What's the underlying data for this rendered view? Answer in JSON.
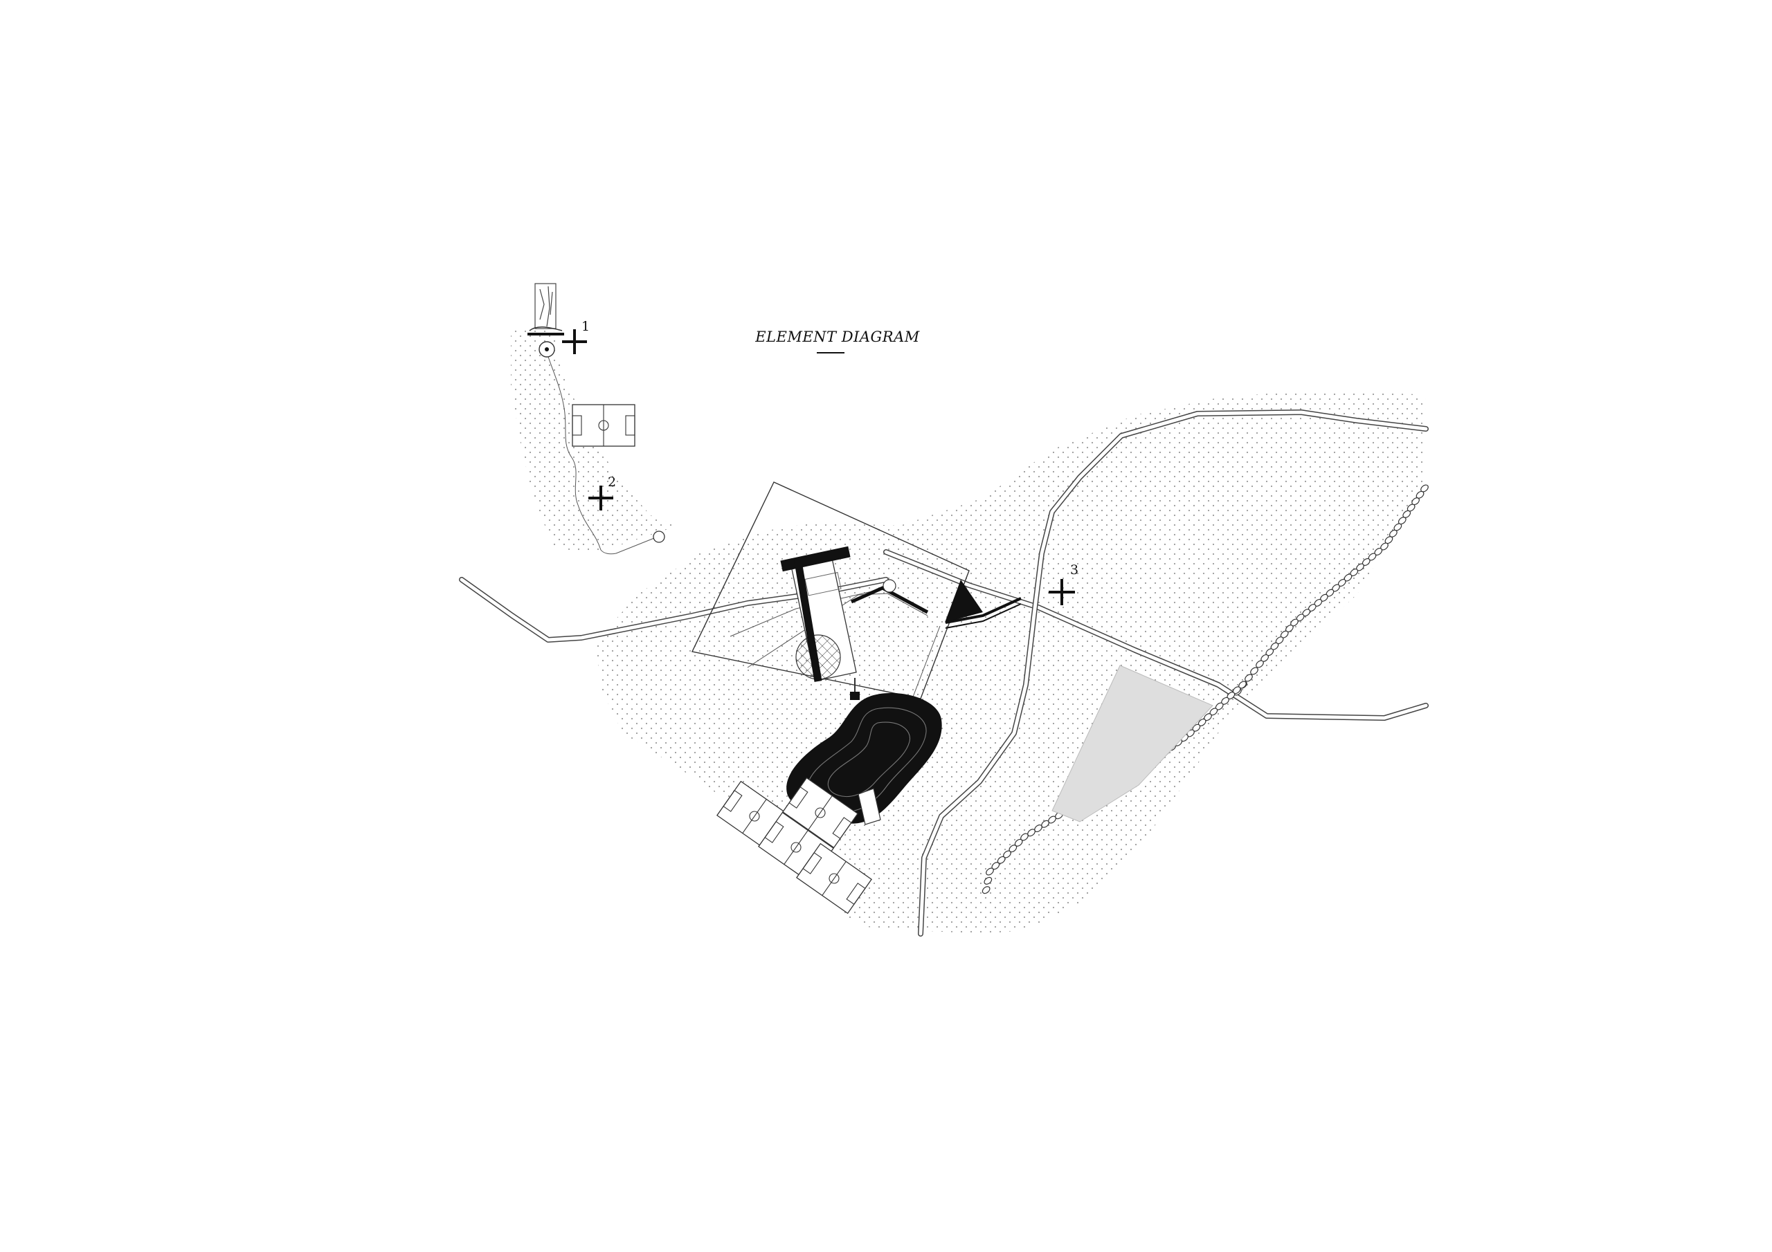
{
  "title": "ELEMENT DIAGRAM",
  "markers": [
    {
      "label": "1"
    },
    {
      "label": "2"
    },
    {
      "label": "3"
    }
  ],
  "colors": {
    "ink": "#111111",
    "stipple": "#9a9a9a",
    "field_fill": "#dedede",
    "paper": "#ffffff"
  },
  "icons": [
    "tree-icon",
    "soccer-field-icon",
    "plus-marker-icon",
    "tree-row-icon"
  ]
}
